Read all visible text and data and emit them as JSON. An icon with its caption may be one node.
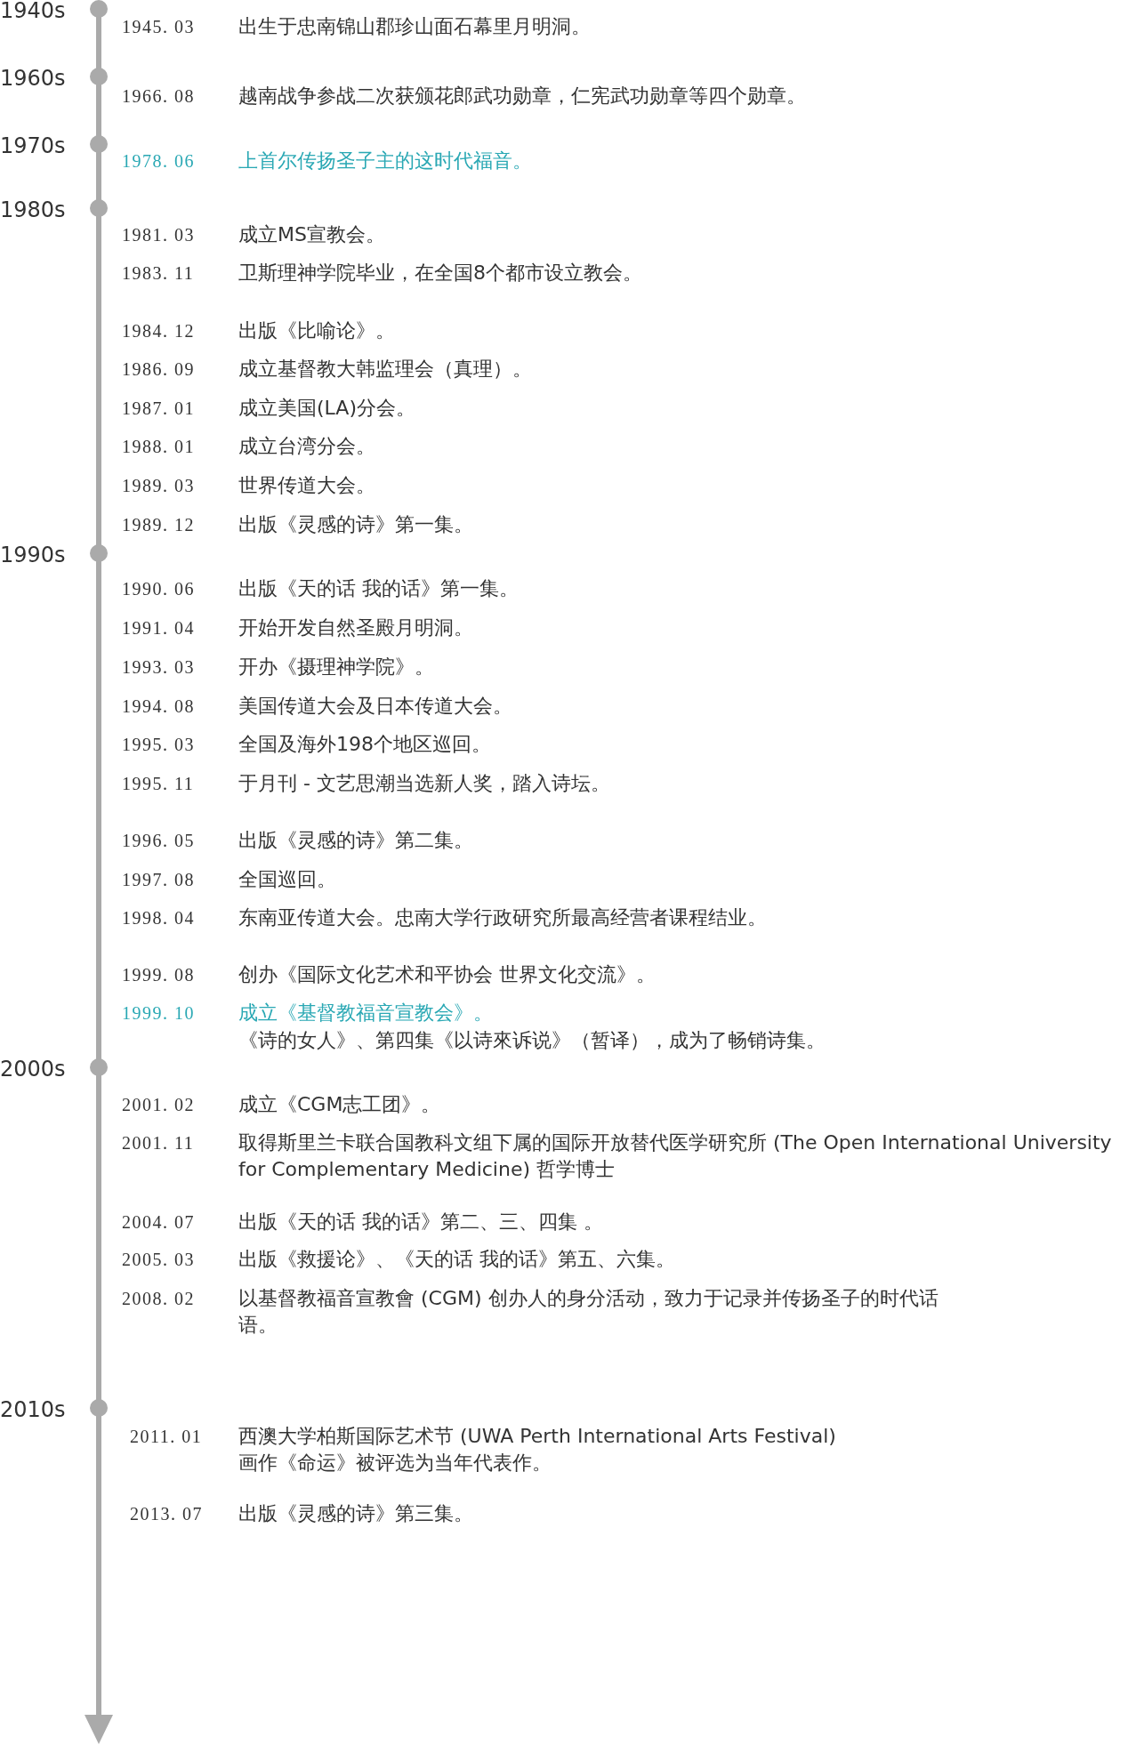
{
  "diagram": {
    "labels": [
      "1940s",
      "1945. 03",
      "出生于忠南锦山郡珍山面石幕里月明洞。",
      "1960s",
      "1966. 08",
      "越南战争参战二次获颁花郎武功勋章，仁宪武功勋章等四个勋章。",
      "1970s",
      "1978. 06",
      "上首尔传扬圣子主的这时代福音。",
      "1980s",
      "1981. 03",
      "成立MS宣教会。",
      "1983. 11",
      "卫斯理神学院毕业，在全国8个都市设立教会。",
      "1984. 12",
      "出版《比喻论》。",
      "1986. 09",
      "成立基督教大韩监理会（真理）。",
      "1987. 01",
      "成立美国(LA)分会。",
      "1988. 01",
      "成立台湾分会。",
      "1989. 03",
      "世界传道大会。",
      "1989. 12",
      "出版《灵感的诗》第一集。",
      "1990s",
      "1990. 06",
      "出版《天的话 我的话》第一集。",
      "1991. 04",
      "开始开发自然圣殿月明洞。",
      "1993. 03",
      "开办《摄理神学院》。",
      "1994. 08",
      "美国传道大会及日本传道大会。",
      "1995. 03",
      "全国及海外198个地区巡回。",
      "1995. 11",
      "于月刊 - 文艺思潮当选新人奖，踏入诗坛。",
      "1996. 05",
      "出版《灵感的诗》第二集。",
      "1997. 08",
      "全国巡回。",
      "1998. 04",
      "东南亚传道大会。忠南大学行政研究所最高经营者课程结业。",
      "1999. 08",
      "创办《国际文化艺术和平协会 世界文化交流》。",
      "1999. 10",
      "成立《基督教福音宣教会》。",
      "《诗的女人》、第四集《以诗來诉说》（暂译），成为了畅销诗集。",
      "2000s",
      "2001. 02",
      "成立《CGM志工团》。",
      "2001. 11",
      "取得斯里兰卡联合国教科文组下属的国际开放替代医学研究所 (The Open International University for Complementary Medicine) 哲学博士",
      "2004. 07",
      "出版《天的话 我的话》第二、三、四集 。",
      "2005. 03",
      "出版《救援论》、《天的话 我的话》第五、六集。",
      "2008. 02",
      "以基督教福音宣教會 (CGM) 创办人的身分活动，致力于记录并传扬圣子的时代话语。",
      "2010s",
      "2011. 01",
      "西澳大学柏斯国际艺术节 (UWA Perth International Arts Festival) 画作《命运》被评选为当年代表作。",
      "2013. 07",
      "出版《灵感的诗》第三集。"
    ]
  }
}
